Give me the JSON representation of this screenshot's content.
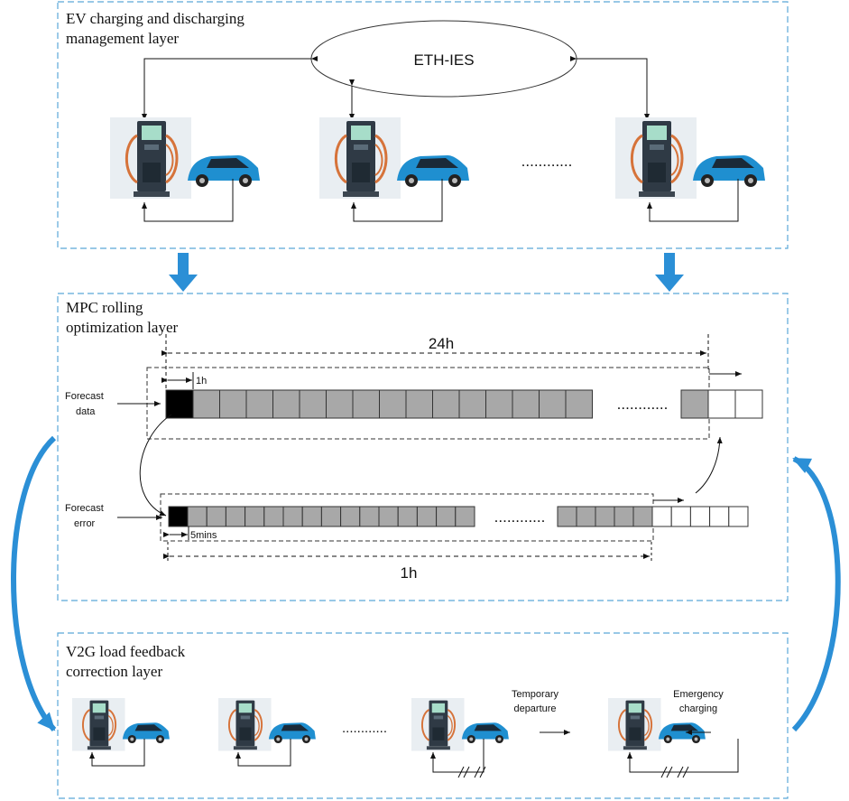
{
  "layers": {
    "top": {
      "title_line1": "EV charging and discharging",
      "title_line2": "management layer",
      "hub_label": "ETH-IES",
      "ellipsis": "............"
    },
    "middle": {
      "title_line1": "MPC rolling",
      "title_line2": "optimization layer",
      "span_24h": "24h",
      "unit_1h": "1h",
      "forecast_data_line1": "Forecast",
      "forecast_data_line2": "data",
      "forecast_error_line1": "Forecast",
      "forecast_error_line2": "error",
      "unit_5mins": "5mins",
      "span_1h": "1h",
      "ellipsis": "............"
    },
    "bottom": {
      "title_line1": "V2G load feedback",
      "title_line2": "correction layer",
      "ellipsis": "............",
      "departure_line1": "Temporary",
      "departure_line2": "departure",
      "emergency_line1": "Emergency",
      "emergency_line2": "charging"
    }
  },
  "colors": {
    "frame_dash": "#5aa8d8",
    "arrow_blue": "#2b8fd6",
    "cell_gray": "#a8a8a8",
    "cell_black": "#000000",
    "car_blue": "#1f8fd0",
    "charger_body": "#2f3a45",
    "cable_orange": "#d6733a"
  }
}
